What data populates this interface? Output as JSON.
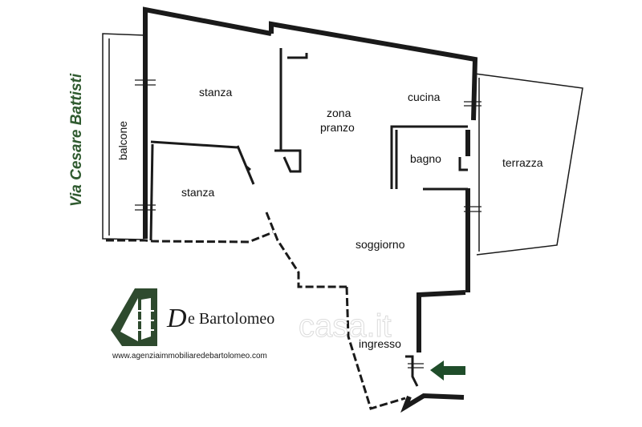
{
  "street": "Via Cesare Battisti",
  "rooms": {
    "stanza_top": "stanza",
    "stanza_bottom": "stanza",
    "balcone": "balcone",
    "zona_pranzo_1": "zona",
    "zona_pranzo_2": "pranzo",
    "cucina": "cucina",
    "bagno": "bagno",
    "terrazza": "terrazza",
    "soggiorno": "soggiorno",
    "ingresso": "ingresso"
  },
  "logo": {
    "brand_initial": "D",
    "brand_rest": "e Bartolomeo",
    "url": "www.agenziaimmobiliaredebartolomeo.com"
  },
  "watermark": "casa.it",
  "colors": {
    "wall": "#1a1a1a",
    "street_text": "#2f5a2f",
    "arrow": "#1f4d2a",
    "logo_green": "#2e4a2e"
  },
  "icons": {
    "entrance": "arrow-left-icon"
  }
}
